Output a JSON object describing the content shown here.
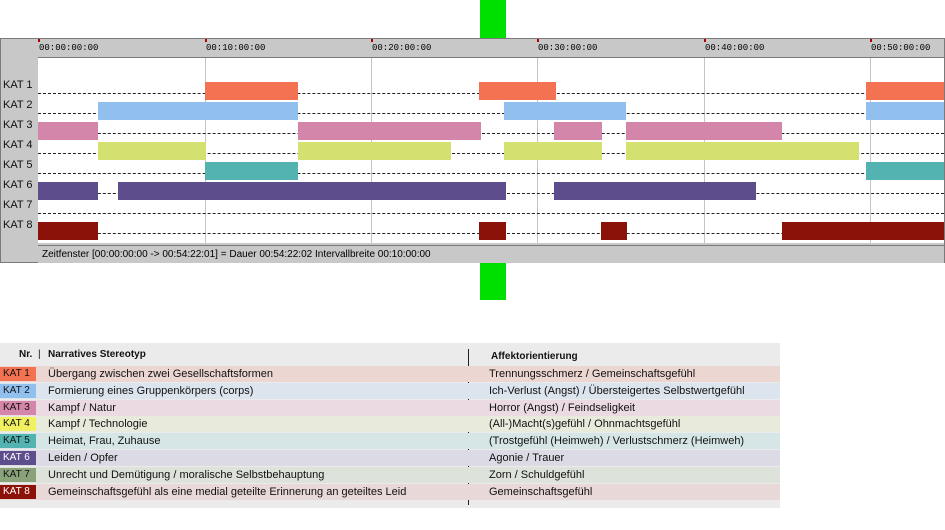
{
  "timeline": {
    "ticks": [
      "00:00:00:00",
      "00:10:00:00",
      "00:20:00:00",
      "00:30:00:00",
      "00:40:00:00",
      "00:50:00:00"
    ],
    "status": "Zeitfenster [00:00:00:00 -> 00:54:22:01] = Dauer 00:54:22:02    Intervallbreite 00:10:00:00",
    "rows": [
      {
        "label": "KAT 1",
        "color": "#f27252",
        "segments": [
          [
            10.0,
            15.6
          ],
          [
            26.5,
            31.1
          ],
          [
            49.7,
            54.4
          ]
        ]
      },
      {
        "label": "KAT 2",
        "color": "#91c0ee",
        "segments": [
          [
            3.6,
            15.6
          ],
          [
            28.0,
            35.3
          ],
          [
            49.7,
            54.4
          ]
        ]
      },
      {
        "label": "KAT 3",
        "color": "#d486aa",
        "segments": [
          [
            0.0,
            3.6
          ],
          [
            15.6,
            26.6
          ],
          [
            31.0,
            33.9
          ],
          [
            35.3,
            44.7
          ]
        ]
      },
      {
        "label": "KAT 4",
        "color": "#d4e070",
        "segments": [
          [
            3.6,
            10.1
          ],
          [
            15.6,
            24.8
          ],
          [
            28.0,
            33.9
          ],
          [
            35.3,
            49.3
          ]
        ]
      },
      {
        "label": "KAT 5",
        "color": "#52b3b0",
        "segments": [
          [
            10.0,
            15.6
          ],
          [
            49.7,
            54.4
          ]
        ]
      },
      {
        "label": "KAT 6",
        "color": "#5e4d8c",
        "segments": [
          [
            0.0,
            3.6
          ],
          [
            4.8,
            28.1
          ],
          [
            31.0,
            43.1
          ]
        ]
      },
      {
        "label": "KAT 7",
        "color": "#8aa27a",
        "segments": []
      },
      {
        "label": "KAT 8",
        "color": "#8b1208",
        "segments": [
          [
            0.0,
            3.6
          ],
          [
            26.5,
            28.1
          ],
          [
            33.8,
            35.4
          ],
          [
            44.7,
            54.4
          ]
        ]
      }
    ]
  },
  "legend": {
    "header": {
      "nr": "Nr.",
      "stereotyp": "Narratives Stereotyp",
      "affekt": "Affektorientierung"
    },
    "rows": [
      {
        "code": "KAT 1",
        "stereotyp": "Übergang zwischen zwei Gesellschaftsformen",
        "affekt": "Trennungsschmerz / Gemeinschaftsgefühl",
        "color": "#f27252",
        "tint": "#ecd6d2",
        "textColor": "#111111"
      },
      {
        "code": "KAT 2",
        "stereotyp": "Formierung eines Gruppenkörpers (corps)",
        "affekt": "Ich-Verlust (Angst) / Übersteigertes Selbstwertgefühl",
        "color": "#91c0ee",
        "tint": "#dce4ee",
        "textColor": "#111111"
      },
      {
        "code": "KAT 3",
        "stereotyp": "Kampf / Natur",
        "affekt": "Horror (Angst) / Feindseligkeit",
        "color": "#d486aa",
        "tint": "#ecdae2",
        "textColor": "#111111"
      },
      {
        "code": "KAT 4",
        "stereotyp": "Kampf / Technologie",
        "affekt": "(All-)Macht(s)gefühl / Ohnmachtsgefühl",
        "color": "#f0f060",
        "tint": "#e8eadc",
        "textColor": "#111111"
      },
      {
        "code": "KAT 5",
        "stereotyp": "Heimat, Frau, Zuhause",
        "affekt": "(Trostgefühl (Heimweh) / Verlustschmerz (Heimweh)",
        "color": "#52b3b0",
        "tint": "#d6e6e6",
        "textColor": "#111111"
      },
      {
        "code": "KAT 6",
        "stereotyp": "Leiden / Opfer",
        "affekt": "Agonie / Trauer",
        "color": "#5e4d8c",
        "tint": "#dcdae4",
        "textColor": "#ffffff"
      },
      {
        "code": "KAT 7",
        "stereotyp": "Unrecht und Demütigung / moralische Selbstbehauptung",
        "affekt": "Zorn / Schuldgefühl",
        "color": "#8aa27a",
        "tint": "#dde2da",
        "textColor": "#111111"
      },
      {
        "code": "KAT 8",
        "stereotyp": "Gemeinschaftsgefühl als eine medial geteilte Erinnerung an geteiltes Leid",
        "affekt": "Gemeinschaftsgefühl",
        "color": "#8b1208",
        "tint": "#e8d8d8",
        "textColor": "#ffffff"
      }
    ]
  }
}
